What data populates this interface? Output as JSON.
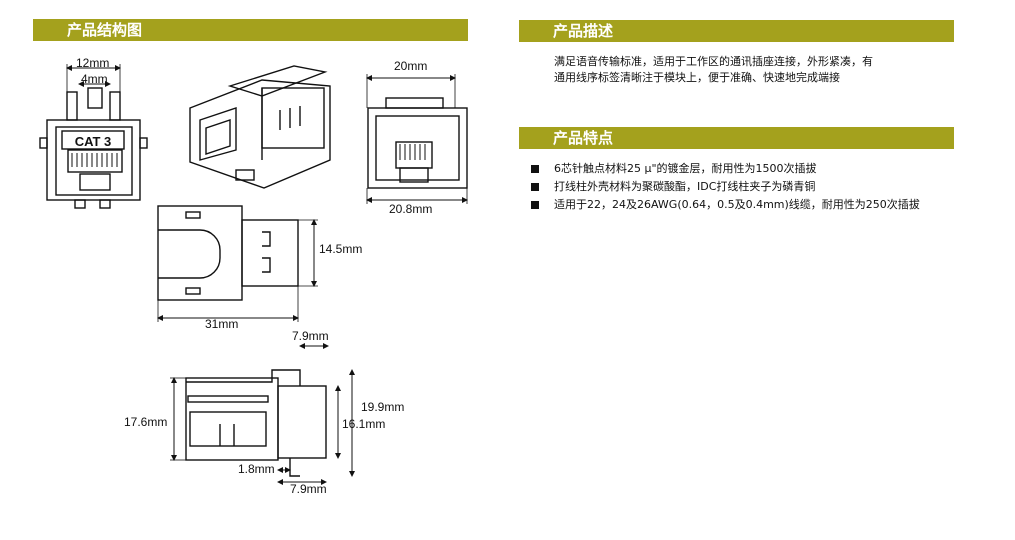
{
  "sections": {
    "structure_title": "产品结构图",
    "desc_title": "产品描述",
    "features_title": "产品特点"
  },
  "description": {
    "line1": "满足语音传输标准，适用于工作区的通讯插座连接，外形紧凑，有",
    "line2": "通用线序标签清晰注于模块上，便于准确、快速地完成端接"
  },
  "features": [
    "6芯针触点材料25 μ\"的镀金层，耐用性为1500次插拔",
    "打线柱外壳材料为聚碳酸酯，IDC打线柱夹子为磷青铜",
    "适用于22，24及26AWG(0.64，0.5及0.4mm)线缆，耐用性为250次插拔"
  ],
  "drawing": {
    "front_label": "CAT 3",
    "dims": {
      "d12": "12mm",
      "d4": "4mm",
      "d20": "20mm",
      "d208": "20.8mm",
      "d145": "14.5mm",
      "d31": "31mm",
      "d79top": "7.9mm",
      "d176": "17.6mm",
      "d199": "19.9mm",
      "d161": "16.1mm",
      "d18": "1.8mm",
      "d79bot": "7.9mm"
    }
  }
}
